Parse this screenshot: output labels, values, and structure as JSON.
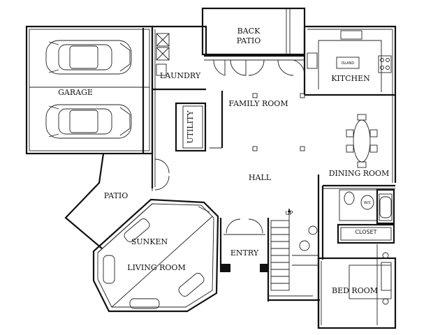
{
  "rooms": {
    "garage": "GARAGE",
    "laundry": "LAUNDRY",
    "back_patio_1": "BACK",
    "back_patio_2": "PATIO",
    "kitchen": "KITCHEN",
    "island": "ISLAND",
    "family_room": "FAMILY ROOM",
    "utility": "UTILITY",
    "hall": "HALL",
    "dining_room": "DINING ROOM",
    "patio": "PATIO",
    "sunken": "SUNKEN",
    "living_room": "LIVING ROOM",
    "entry": "ENTRY",
    "closet": "CLOSET",
    "bed_room": "BED ROOM",
    "up": "UP",
    "wc": "W/C"
  }
}
